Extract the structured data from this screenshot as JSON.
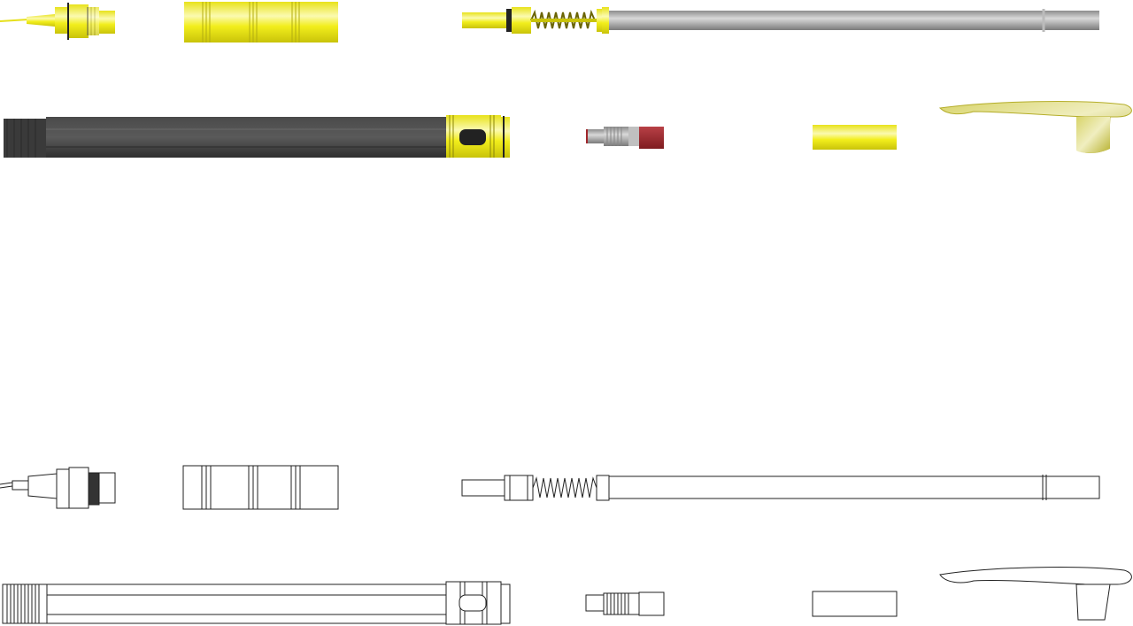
{
  "diagram": {
    "subject": "pen-parts-exploded-view",
    "colors": {
      "background": "#ffffff",
      "yellow": "#f2ee1c",
      "yellow_light": "#fbfab0",
      "yellow_dark": "#c9c30a",
      "barrel_dark": "#3a3a3a",
      "barrel_mid": "#555555",
      "silver": "#9a9a9a",
      "silver_light": "#d4d4d4",
      "red": "#a0262b",
      "outline": "#222222"
    },
    "parts": [
      {
        "name": "nib-tip",
        "rendering": "color"
      },
      {
        "name": "grip-sleeve",
        "rendering": "color"
      },
      {
        "name": "refill-with-spring",
        "rendering": "color"
      },
      {
        "name": "main-barrel",
        "rendering": "color"
      },
      {
        "name": "eraser-plunger",
        "rendering": "color"
      },
      {
        "name": "end-ring",
        "rendering": "color"
      },
      {
        "name": "pocket-clip",
        "rendering": "color"
      },
      {
        "name": "nib-tip",
        "rendering": "outline"
      },
      {
        "name": "grip-sleeve",
        "rendering": "outline"
      },
      {
        "name": "refill-with-spring",
        "rendering": "outline"
      },
      {
        "name": "main-barrel",
        "rendering": "outline"
      },
      {
        "name": "eraser-plunger",
        "rendering": "outline"
      },
      {
        "name": "end-ring",
        "rendering": "outline"
      },
      {
        "name": "pocket-clip",
        "rendering": "outline"
      }
    ]
  }
}
